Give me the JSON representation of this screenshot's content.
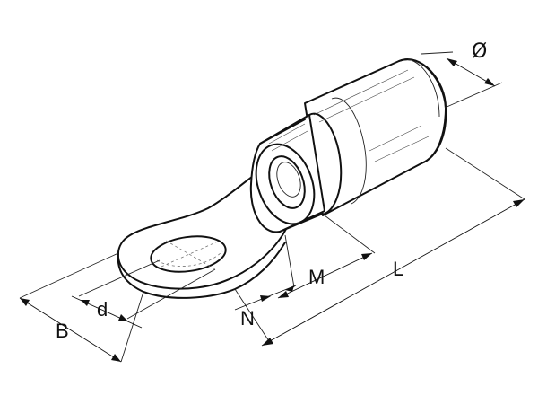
{
  "diagram": {
    "labels": {
      "diameter": "Ø",
      "length": "L",
      "m": "M",
      "n": "N",
      "hole_d": "d",
      "width": "B"
    }
  }
}
